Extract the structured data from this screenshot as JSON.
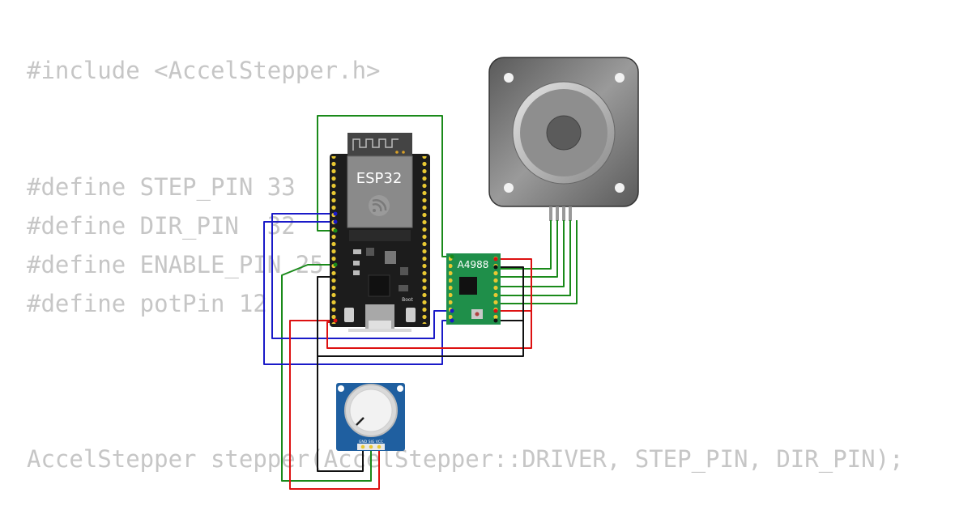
{
  "code": {
    "include": "#include <AccelStepper.h>",
    "define_step": "#define STEP_PIN 33",
    "define_dir": "#define DIR_PIN  32",
    "define_enable": "#define ENABLE_PIN 25",
    "define_pot": "#define potPin 12",
    "stepper_decl": "AccelStepper stepper(AccelStepper::DRIVER, STEP_PIN, DIR_PIN);"
  },
  "components": {
    "esp32": {
      "label": "ESP32",
      "boot_label": "Boot"
    },
    "driver": {
      "label": "A4988"
    },
    "pot": {
      "pin_labels": "GND SIG VCC"
    }
  },
  "colors": {
    "wire_green": "#1a8a1a",
    "wire_blue": "#1a1ac8",
    "wire_red": "#dd1111",
    "wire_black": "#111111",
    "esp_board": "#1c1c1c",
    "driver_board": "#1f8f4a",
    "pot_board": "#1f5fa0",
    "motor_body": "#7a7a7a"
  }
}
